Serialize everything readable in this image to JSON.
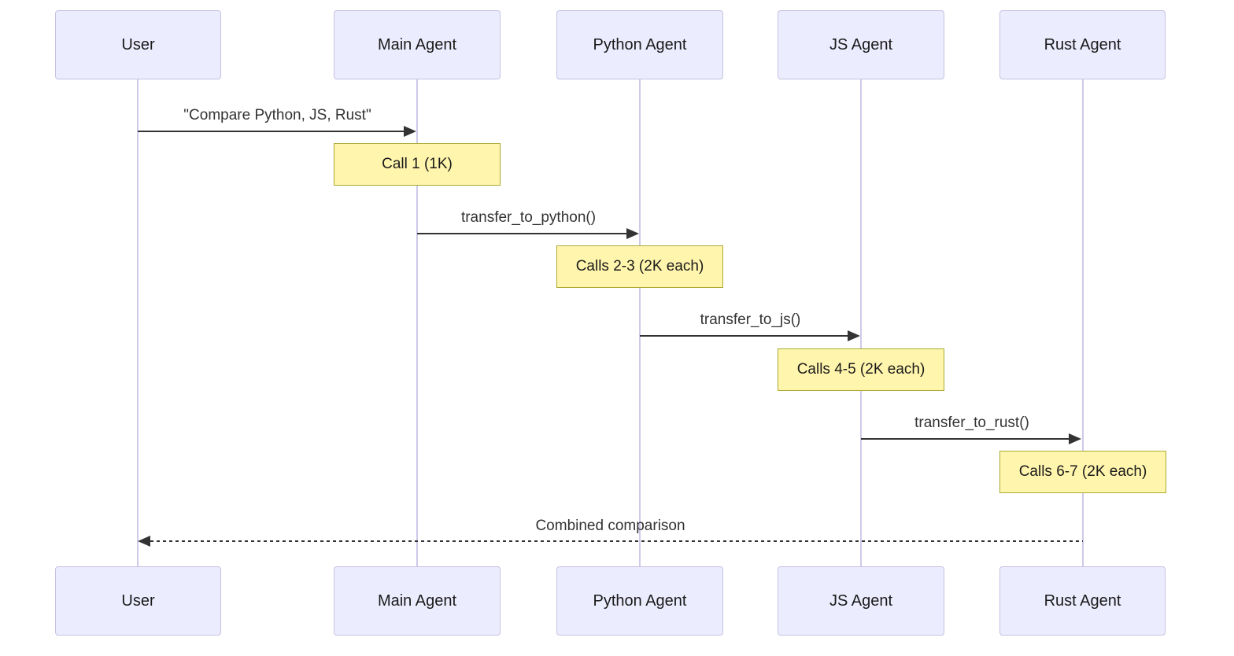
{
  "diagram": {
    "type": "sequence-diagram",
    "colors": {
      "background": "#ffffff",
      "actor_fill": "#ececff",
      "actor_border": "#c5c2e0",
      "lifeline": "#cfc9ea",
      "arrow": "#333333",
      "note_fill": "#fff5ad",
      "note_border": "#aaaa33",
      "text": "#1a1a1a"
    },
    "actors": [
      {
        "id": "user",
        "label": "User"
      },
      {
        "id": "main-agent",
        "label": "Main Agent"
      },
      {
        "id": "python-agent",
        "label": "Python Agent"
      },
      {
        "id": "js-agent",
        "label": "JS Agent"
      },
      {
        "id": "rust-agent",
        "label": "Rust Agent"
      }
    ],
    "messages": [
      {
        "from": "User",
        "to": "Main Agent",
        "label": "\"Compare Python, JS, Rust\"",
        "style": "solid"
      },
      {
        "from": "Main Agent",
        "to": "Python Agent",
        "label": "transfer_to_python()",
        "style": "solid"
      },
      {
        "from": "Python Agent",
        "to": "JS Agent",
        "label": "transfer_to_js()",
        "style": "solid"
      },
      {
        "from": "JS Agent",
        "to": "Rust Agent",
        "label": "transfer_to_rust()",
        "style": "solid"
      },
      {
        "from": "Rust Agent",
        "to": "User",
        "label": "Combined comparison",
        "style": "dashed"
      }
    ],
    "notes": [
      {
        "over": "Main Agent",
        "label": "Call 1 (1K)"
      },
      {
        "over": "Python Agent",
        "label": "Calls 2-3 (2K each)"
      },
      {
        "over": "JS Agent",
        "label": "Calls 4-5 (2K each)"
      },
      {
        "over": "Rust Agent",
        "label": "Calls 6-7 (2K each)"
      }
    ]
  }
}
